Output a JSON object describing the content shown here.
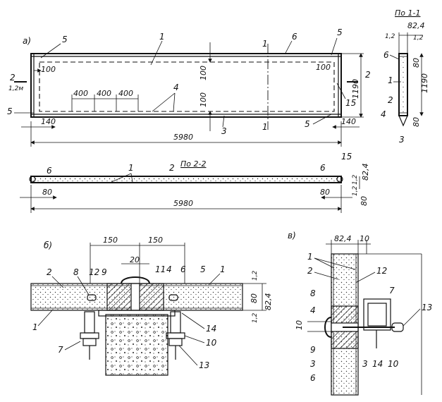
{
  "views": {
    "a": "а)",
    "b": "б)",
    "c": "в)"
  },
  "sections": {
    "s11": "По 1-1",
    "s22": "По 2-2"
  },
  "section_marks": {
    "one": "1",
    "two": "2",
    "two_sub": "1,2м"
  },
  "dims": {
    "d5980": "5980",
    "d1190": "1190",
    "d140": "140",
    "d100": "100",
    "d400": "400",
    "d80": "80",
    "d82_4": "82,4",
    "d1_2": "1,2",
    "d150": "150",
    "d20": "20",
    "d10": "10",
    "d15": "15"
  },
  "callouts": {
    "n1": "1",
    "n2": "2",
    "n3": "3",
    "n4": "4",
    "n5": "5",
    "n6": "6",
    "n7": "7",
    "n8": "8",
    "n9": "9",
    "n10": "10",
    "n11": "11",
    "n12": "12",
    "n13": "13",
    "n14": "14",
    "n15": "15"
  }
}
